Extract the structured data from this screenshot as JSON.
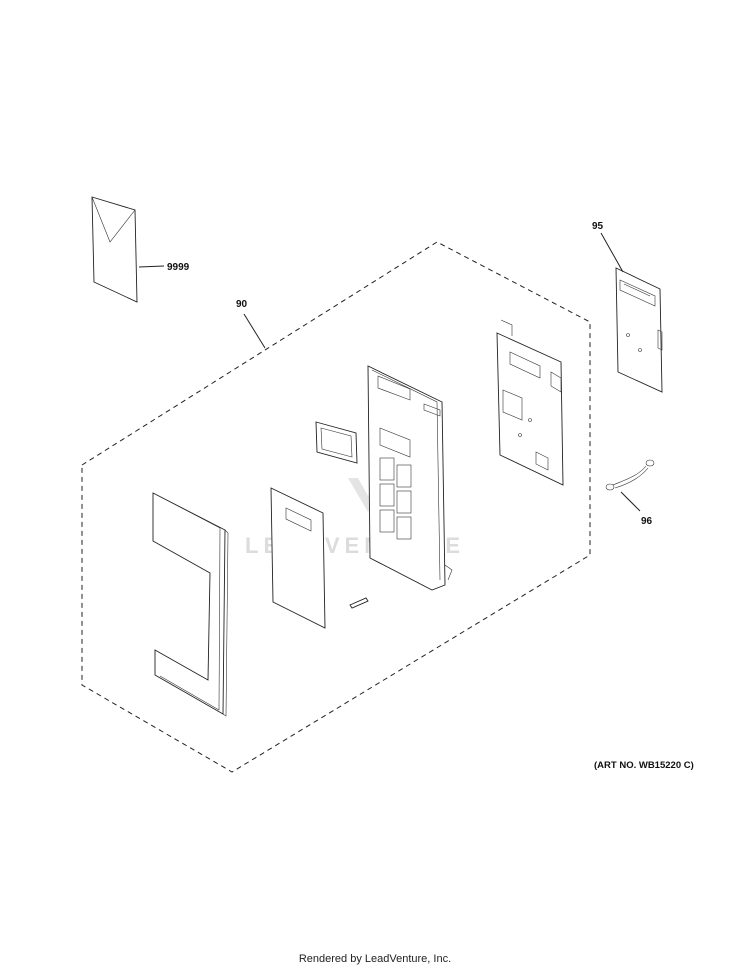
{
  "callouts": {
    "c9999": "9999",
    "c90": "90",
    "c95": "95",
    "c96": "96"
  },
  "art_number": "(ART NO. WB15220 C)",
  "footer_text": "Rendered by LeadVenture, Inc.",
  "watermark_text": "LEADVENTURE",
  "colors": {
    "line": "#222222",
    "watermark": "#dcdcdc",
    "background": "#ffffff"
  }
}
